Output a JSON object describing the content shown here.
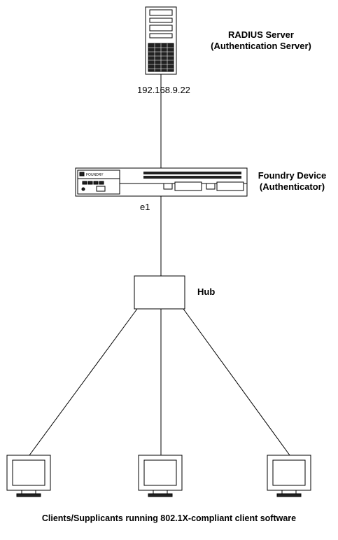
{
  "server": {
    "name": "RADIUS Server",
    "role": "(Authentication Server)",
    "ip": "192.168.9.22"
  },
  "device": {
    "name": "Foundry Device",
    "role": "(Authenticator)",
    "port": "e1",
    "brand": "FOUNDRY"
  },
  "hub": {
    "label": "Hub"
  },
  "clients": {
    "caption": "Clients/Supplicants running 802.1X-compliant client software",
    "count": 3
  },
  "colors": {
    "line": "#000000",
    "fill": "#ffffff",
    "dark": "#111111"
  }
}
